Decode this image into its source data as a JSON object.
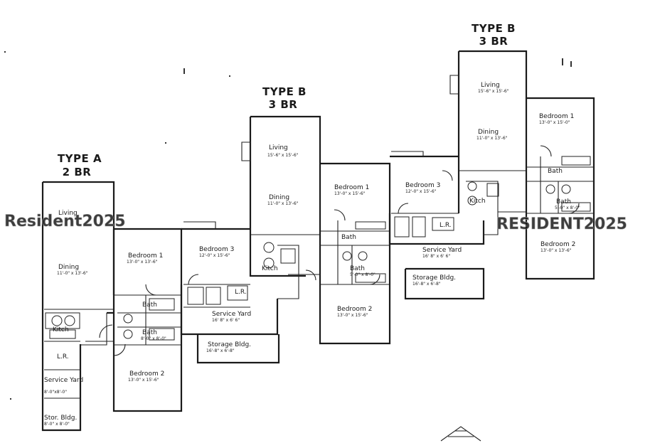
{
  "units": {
    "type_a": {
      "title": "TYPE A",
      "subtitle": "2 BR",
      "rooms": {
        "living": {
          "name": "Living"
        },
        "dining": {
          "name": "Dining",
          "dims": "11'-0\" x 13'-6\""
        },
        "kitch": {
          "name": "Kitch"
        },
        "lr": {
          "name": "L.R."
        },
        "service": {
          "name": "Service Yard",
          "dims": "8'-0\"x8'-0\""
        },
        "stor": {
          "name": "Stor. Bldg.",
          "dims": "8'-0\" x 8'-0\""
        },
        "bed1": {
          "name": "Bedroom 1",
          "dims": "13'-0\" x 13'-6\""
        },
        "bath1": {
          "name": "Bath"
        },
        "bath2": {
          "name": "Bath",
          "dims": "8'-0\" x 8'-0\""
        },
        "bed2": {
          "name": "Bedroom 2",
          "dims": "13'-0\" x 15'-6\""
        }
      }
    },
    "type_b1": {
      "title": "TYPE B",
      "subtitle": "3 BR",
      "rooms": {
        "bed3": {
          "name": "Bedroom 3",
          "dims": "12'-0\" x 15'-6\""
        },
        "lr": {
          "name": "L.R."
        },
        "service": {
          "name": "Service Yard",
          "dims": "16' 8\" x 6' 6\""
        },
        "storage": {
          "name": "Storage Bldg.",
          "dims": "16'-8\" x 6'-8\""
        },
        "living": {
          "name": "Living",
          "dims": "15'-6\" x 15'-6\""
        },
        "dining": {
          "name": "Dining",
          "dims": "11'-0\" x 13'-6\""
        },
        "kitch": {
          "name": "Kitch"
        },
        "bed1": {
          "name": "Bedroom 1",
          "dims": "13'-0\" x 15'-6\""
        },
        "bath1": {
          "name": "Bath"
        },
        "bath2": {
          "name": "Bath",
          "dims": "5'-0\" x 8'-0\""
        },
        "bed2": {
          "name": "Bedroom 2",
          "dims": "13'-0\" x 15'-6\""
        }
      }
    },
    "type_b2": {
      "title": "TYPE B",
      "subtitle": "3 BR",
      "rooms": {
        "bed3": {
          "name": "Bedroom 3",
          "dims": "12'-0\" x 15'-6\""
        },
        "lr": {
          "name": "L.R."
        },
        "service": {
          "name": "Service Yard",
          "dims": "16' 8\" x 6' 6\""
        },
        "storage": {
          "name": "Storage Bldg.",
          "dims": "16'-8\" x 6'-8\""
        },
        "living": {
          "name": "Living",
          "dims": "15'-6\" x 15'-6\""
        },
        "dining": {
          "name": "Dining",
          "dims": "11'-0\" x 13'-6\""
        },
        "kitch": {
          "name": "Kitch"
        },
        "bed1": {
          "name": "Bedroom 1",
          "dims": "13'-0\" x 15'-0\""
        },
        "bath1": {
          "name": "Bath"
        },
        "bath2": {
          "name": "Bath",
          "dims": "5'-0\" x 8'-0\""
        },
        "bed2": {
          "name": "Bedroom 2",
          "dims": "13'-0\" x 13'-6\""
        }
      }
    }
  },
  "watermarks": {
    "left": "Resident2025",
    "right": "RESIDENT2025"
  }
}
